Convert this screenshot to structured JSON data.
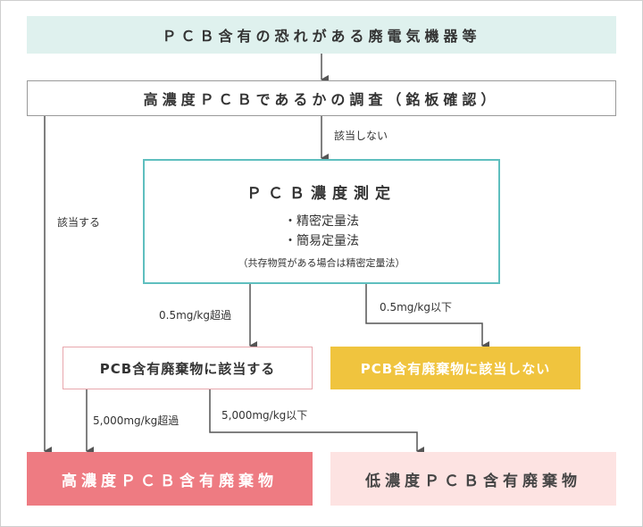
{
  "top_box": "ＰＣＢ含有の恐れがある廃電気機器等",
  "survey_box": "高濃度ＰＣＢであるかの調査（銘板確認）",
  "labels": {
    "not_applicable": "該当しない",
    "applicable": "該当する",
    "over_05": "0.5mg/kg超過",
    "under_05": "0.5mg/kg以下",
    "over_5000": "5,000mg/kg超過",
    "under_5000": "5,000mg/kg以下"
  },
  "measure_box": {
    "title": "ＰＣＢ濃度測定",
    "items": [
      "・精密定量法",
      "・簡易定量法"
    ],
    "note": "（共存物質がある場合は精密定量法）"
  },
  "hit_box": "PCB含有廃棄物に該当する",
  "nohit_box": "PCB含有廃棄物に該当しない",
  "high_box": "高濃度ＰＣＢ含有廃棄物",
  "low_box": "低濃度ＰＣＢ含有廃棄物",
  "colors": {
    "top_box_fill": "#dff1ee",
    "measure_border": "#5fbfbf",
    "hit_border": "#e8a7ad",
    "nohit_fill": "#f0c43e",
    "high_fill": "#ee7b82",
    "low_fill": "#fde3e2",
    "line": "#555555"
  }
}
